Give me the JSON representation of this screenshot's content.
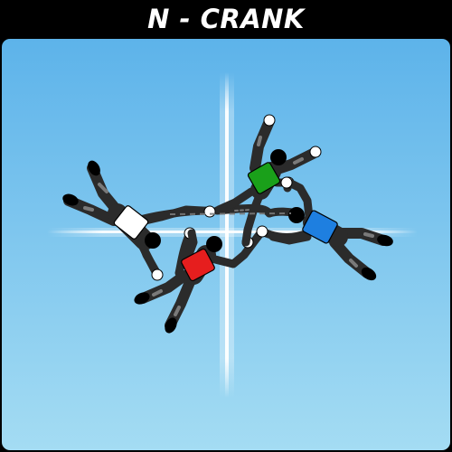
{
  "title": "N - CRANK",
  "colors": {
    "background": "#000000",
    "title_text": "#ffffff",
    "sky_top": "#5db3ea",
    "sky_bottom": "#a4dcf3",
    "body": "#2b2b2b",
    "limb_band": "#7a7a7a",
    "hand": "#ffffff",
    "head": "#000000"
  },
  "jumpers": [
    {
      "id": "white",
      "color": "#ffffff"
    },
    {
      "id": "red",
      "color": "#e61e1e"
    },
    {
      "id": "green",
      "color": "#1aa01a"
    },
    {
      "id": "blue",
      "color": "#1e7fe0"
    }
  ]
}
